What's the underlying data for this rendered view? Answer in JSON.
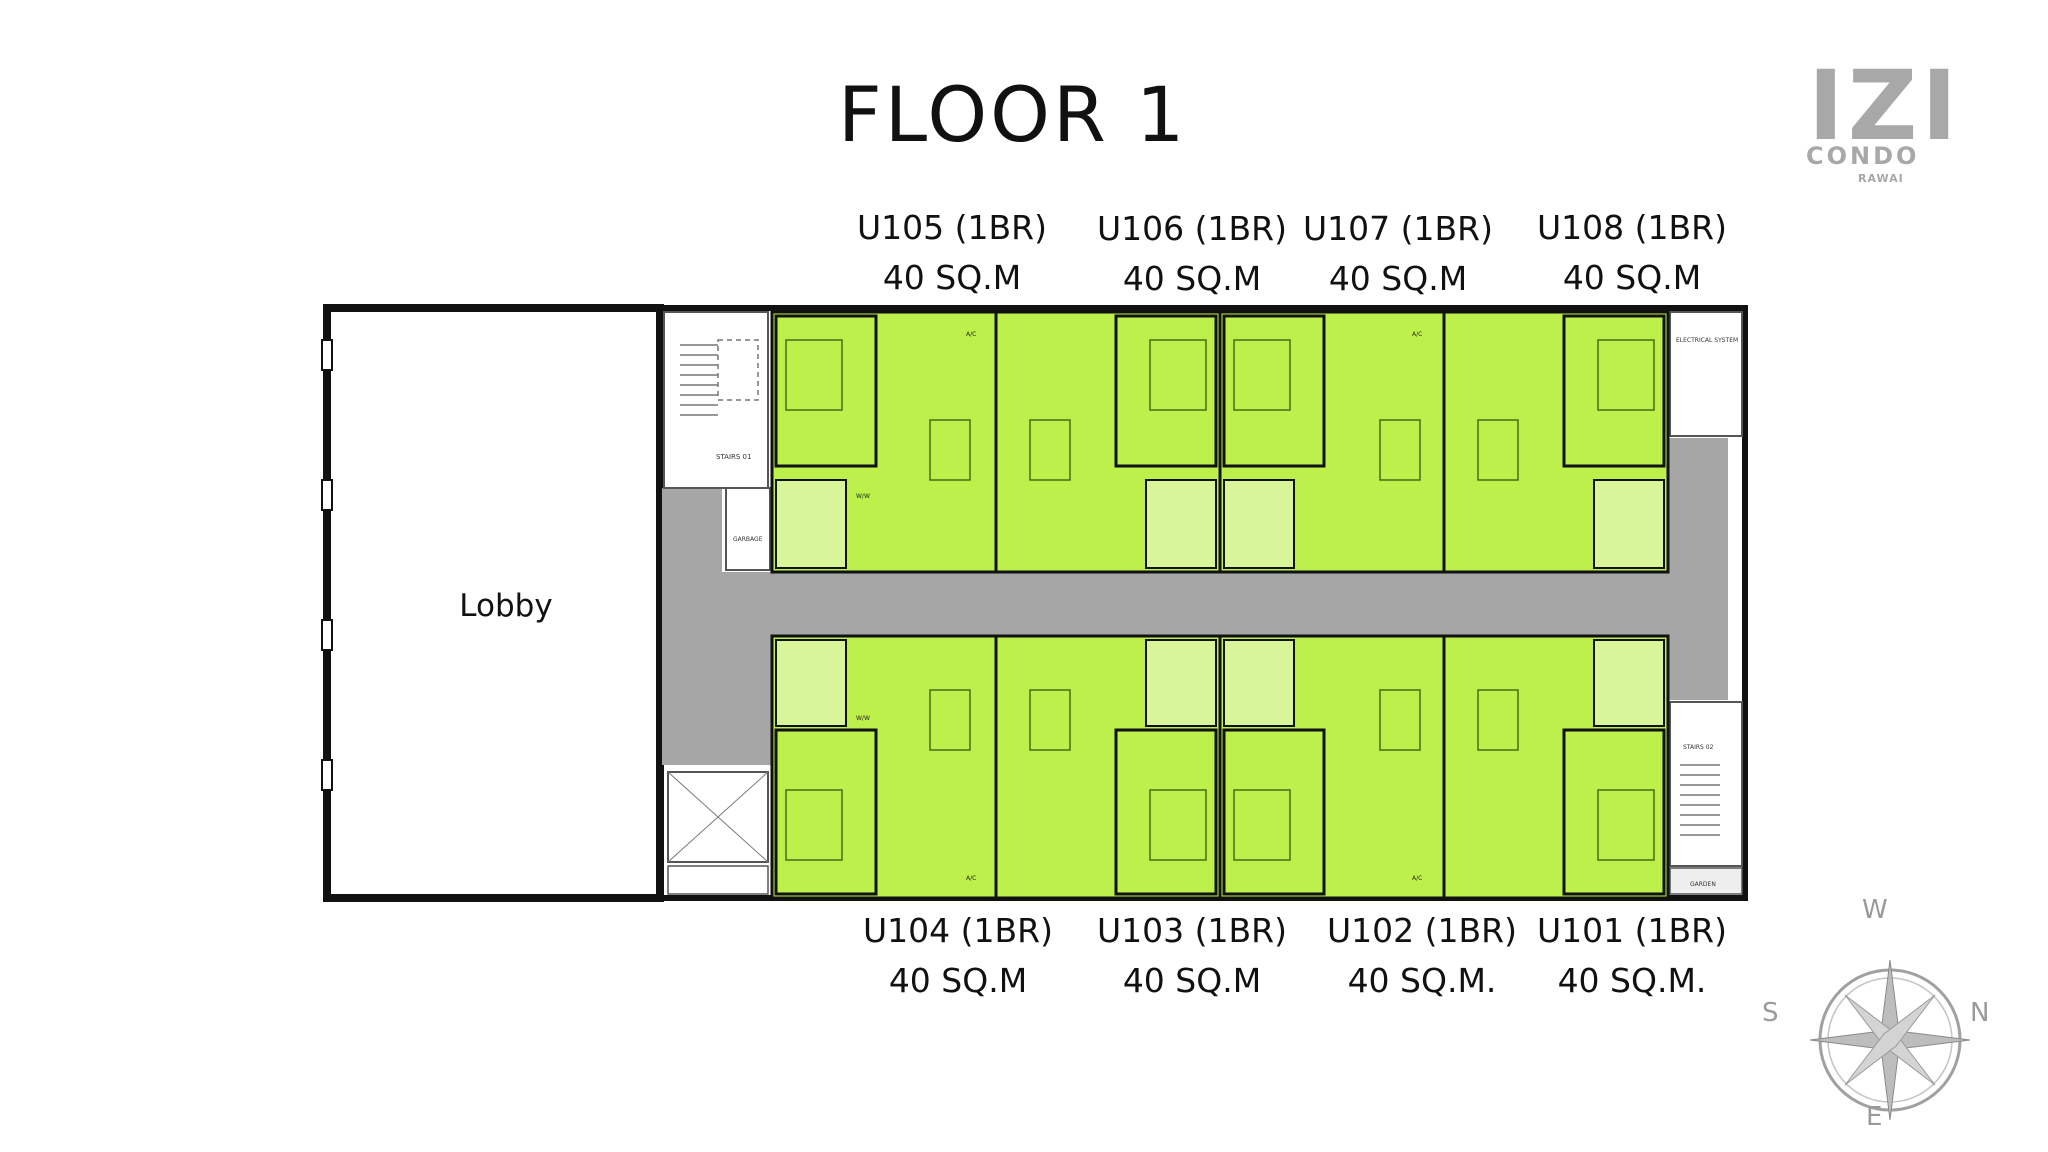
{
  "title": "FLOOR 1",
  "logo": {
    "main": "IZI",
    "sub": "CONDO",
    "sub2": "RAWAI"
  },
  "lobby_label": "Lobby",
  "units_top": [
    {
      "name": "U105 (1BR)",
      "area": "40 SQ.M"
    },
    {
      "name": "U106 (1BR)",
      "area": "40 SQ.M"
    },
    {
      "name": "U107 (1BR)",
      "area": "40 SQ.M"
    },
    {
      "name": "U108 (1BR)",
      "area": "40 SQ.M"
    }
  ],
  "units_bottom": [
    {
      "name": "U104 (1BR)",
      "area": "40 SQ.M"
    },
    {
      "name": "U103 (1BR)",
      "area": "40 SQ.M"
    },
    {
      "name": "U102 (1BR)",
      "area": "40 SQ.M."
    },
    {
      "name": "U101 (1BR)",
      "area": "40 SQ.M."
    }
  ],
  "small_labels": {
    "stairs1": "STAIRS 01",
    "stairs2": "STAIRS 02",
    "garbage": "GARBAGE",
    "electrical": "ELECTRICAL SYSTEM",
    "garden": "GARDEN",
    "ac": "A/C",
    "ww": "W/W"
  },
  "compass": {
    "top": "W",
    "left": "S",
    "right": "N",
    "bottom": "E"
  },
  "colors": {
    "unit": "#bdf04a",
    "bath": "#d9f59a",
    "corridor": "#a6a6a6",
    "wall": "#111111",
    "logo": "#a8a8a8"
  }
}
